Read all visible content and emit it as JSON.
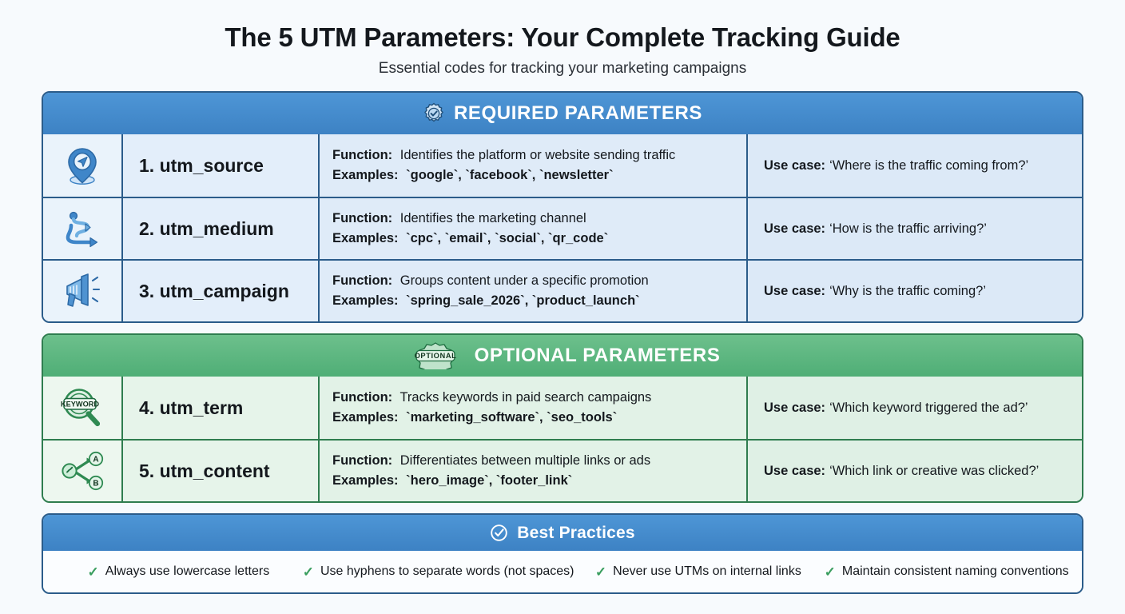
{
  "header": {
    "title": "The 5 UTM Parameters: Your Complete Tracking Guide",
    "subtitle": "Essential codes for tracking your marketing campaigns"
  },
  "sections": [
    {
      "id": "required",
      "band_label": "REQUIRED PARAMETERS",
      "band_icon": "verified-badge-icon",
      "accent": "#3d82c4",
      "rows": [
        {
          "icon": "location-pin-icon",
          "name": "1. utm_source",
          "function_label": "Function:",
          "function_text": "Identifies the platform or website sending traffic",
          "examples_label": "Examples:",
          "examples": [
            "`google`",
            "`facebook`",
            "`newsletter`"
          ],
          "use_label": "Use case:",
          "use_text": "‘Where is the traffic coming from?’"
        },
        {
          "icon": "winding-route-arrow-icon",
          "name": "2. utm_medium",
          "function_label": "Function:",
          "function_text": "Identifies the marketing channel",
          "examples_label": "Examples:",
          "examples": [
            "`cpc`",
            "`email`",
            "`social`",
            "`qr_code`"
          ],
          "use_label": "Use case:",
          "use_text": "‘How is the traffic arriving?’"
        },
        {
          "icon": "megaphone-icon",
          "name": "3. utm_campaign",
          "function_label": "Function:",
          "function_text": "Groups content under a specific promotion",
          "examples_label": "Examples:",
          "examples": [
            "`spring_sale_2026`",
            "`product_launch`"
          ],
          "use_label": "Use case:",
          "use_text": "‘Why is the traffic coming?’"
        }
      ]
    },
    {
      "id": "optional",
      "band_label": "OPTIONAL PARAMETERS",
      "band_icon": "optional-badge-icon",
      "band_badge_text": "OPTIONAL",
      "accent": "#4fae76",
      "rows": [
        {
          "icon": "keyword-magnifier-icon",
          "icon_text": "KEYWORD",
          "name": "4. utm_term",
          "function_label": "Function:",
          "function_text": "Tracks keywords in paid search campaigns",
          "examples_label": "Examples:",
          "examples": [
            "`marketing_software`",
            "`seo_tools`"
          ],
          "use_label": "Use case:",
          "use_text": "‘Which keyword triggered the ad?’"
        },
        {
          "icon": "ab-split-link-icon",
          "icon_labels": [
            "A",
            "B"
          ],
          "name": "5. utm_content",
          "function_label": "Function:",
          "function_text": "Differentiates between multiple links or ads",
          "examples_label": "Examples:",
          "examples": [
            "`hero_image`",
            "`footer_link`"
          ],
          "use_label": "Use case:",
          "use_text": "‘Which link or creative was clicked?’"
        }
      ]
    }
  ],
  "practices": {
    "band_label": "Best Practices",
    "band_icon": "check-circle-icon",
    "tick": "✓",
    "items": [
      "Always use lowercase letters",
      "Use hyphens to separate words (not spaces)",
      "Never use UTMs on internal links",
      "Maintain consistent naming conventions"
    ]
  }
}
